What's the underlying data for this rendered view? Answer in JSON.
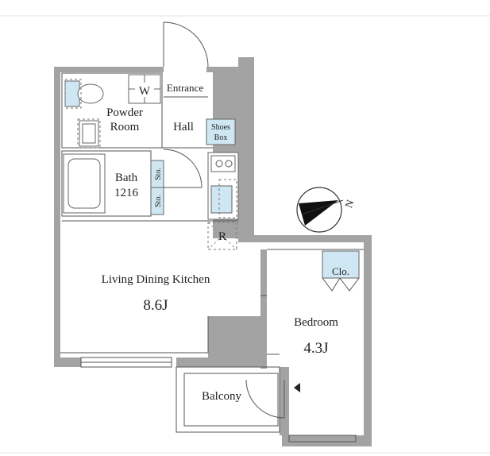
{
  "rooms": {
    "entrance": "Entrance",
    "powder_room_line1": "Powder",
    "powder_room_line2": "Room",
    "w_mark": "W",
    "hall": "Hall",
    "shoes_box_line1": "Shoes",
    "shoes_box_line2": "Box",
    "bath": "Bath",
    "bath_size": "1216",
    "storage_1": "Sto.",
    "storage_2": "Sto.",
    "refrigerator": "R",
    "ldk": "Living Dining Kitchen",
    "ldk_size": "8.6J",
    "bedroom": "Bedroom",
    "bedroom_size": "4.3J",
    "closet": "Clo.",
    "balcony": "Balcony"
  },
  "compass": {
    "north_label": "N"
  },
  "colors": {
    "wall": "#a3a3a3",
    "fixture_blue": "#cfe7f3"
  }
}
